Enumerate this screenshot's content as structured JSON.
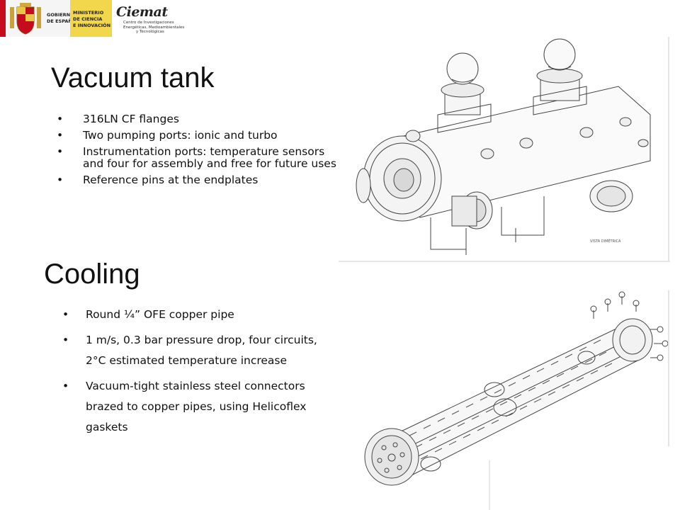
{
  "header": {
    "gov_line1": "GOBIERNO",
    "gov_line2": "DE ESPAÑA",
    "min_line1": "MINISTERIO",
    "min_line2": "DE CIENCIA",
    "min_line3": "E INNOVACIÓN",
    "ciemat": "Ciemat",
    "ciemat_sub1": "Centro de Investigaciones",
    "ciemat_sub2": "Energéticas, Medioambientales",
    "ciemat_sub3": "y Tecnológicas"
  },
  "section1": {
    "title": "Vacuum tank",
    "bullets": [
      "316LN CF flanges",
      "Two pumping ports: ionic and turbo",
      "Instrumentation ports: temperature sensors and four for assembly and free for future uses",
      "Reference pins at the endplates"
    ],
    "figure_caption": "VISTA DIMÉTRICA"
  },
  "section2": {
    "title": "Cooling",
    "bullets": [
      "Round ¼” OFE copper pipe",
      " 1 m/s, 0.3 bar pressure drop, four circuits, 2°C estimated temperature increase",
      "Vacuum-tight stainless steel connectors brazed to copper pipes, using Helicoflex gaskets"
    ]
  },
  "colors": {
    "spain_red": "#c60b1e",
    "spain_yellow": "#f2d64b",
    "text": "#111111",
    "line_art": "#444444"
  }
}
